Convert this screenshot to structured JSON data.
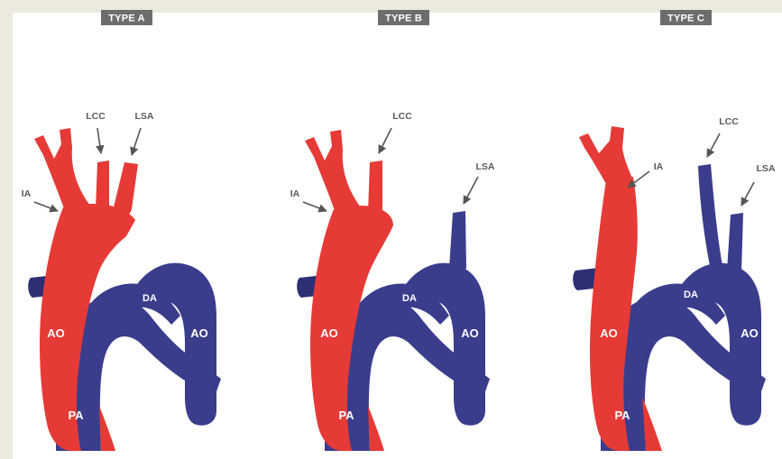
{
  "panels": [
    {
      "tag": "TYPE A",
      "labels": {
        "lcc": "LCC",
        "lsa": "LSA",
        "ia": "IA",
        "da": "DA",
        "ao_left": "AO",
        "ao_right": "AO",
        "pa": "PA"
      }
    },
    {
      "tag": "TYPE B",
      "labels": {
        "lcc": "LCC",
        "lsa": "LSA",
        "ia": "IA",
        "da": "DA",
        "ao_left": "AO",
        "ao_right": "AO",
        "pa": "PA"
      }
    },
    {
      "tag": "TYPE C",
      "labels": {
        "lcc": "LCC",
        "lsa": "LSA",
        "ia": "IA",
        "da": "DA",
        "ao_left": "AO",
        "ao_right": "AO",
        "pa": "PA"
      }
    }
  ],
  "colors": {
    "background": "#ece9df",
    "panel": "#ffffff",
    "tag": "#6d6d6d",
    "aorta_red": "#e63a36",
    "vessel_blue": "#3a3d8c",
    "arrow": "#555555"
  }
}
